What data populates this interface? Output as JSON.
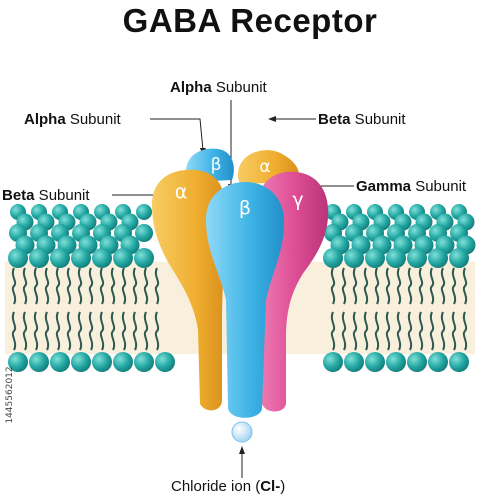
{
  "title": "GABA Receptor",
  "labels": {
    "alpha_top": {
      "bold": "Alpha",
      "rest": " Subunit"
    },
    "alpha_left": {
      "bold": "Alpha",
      "rest": " Subunit"
    },
    "beta_right": {
      "bold": "Beta",
      "rest": " Subunit"
    },
    "beta_left": {
      "bold": "Beta",
      "rest": " Subunit"
    },
    "gamma_right": {
      "bold": "Gamma",
      "rest": " Subunit"
    },
    "chloride": {
      "pre": "Chloride ion (",
      "bold": "Cl-",
      "post": ")"
    }
  },
  "subunit_symbols": {
    "beta_back": "β",
    "alpha_back": "α",
    "alpha_front": "α",
    "beta_front": "β",
    "gamma_front": "γ"
  },
  "watermark_id": "1445562012",
  "colors": {
    "membrane_head": "#2aa9a6",
    "membrane_tail": "#2f5a52",
    "membrane_core": "#f8f0dc",
    "alpha": "#f2b13a",
    "beta": "#44b8e8",
    "gamma": "#e0569a",
    "ion": "#bfe3f8"
  }
}
